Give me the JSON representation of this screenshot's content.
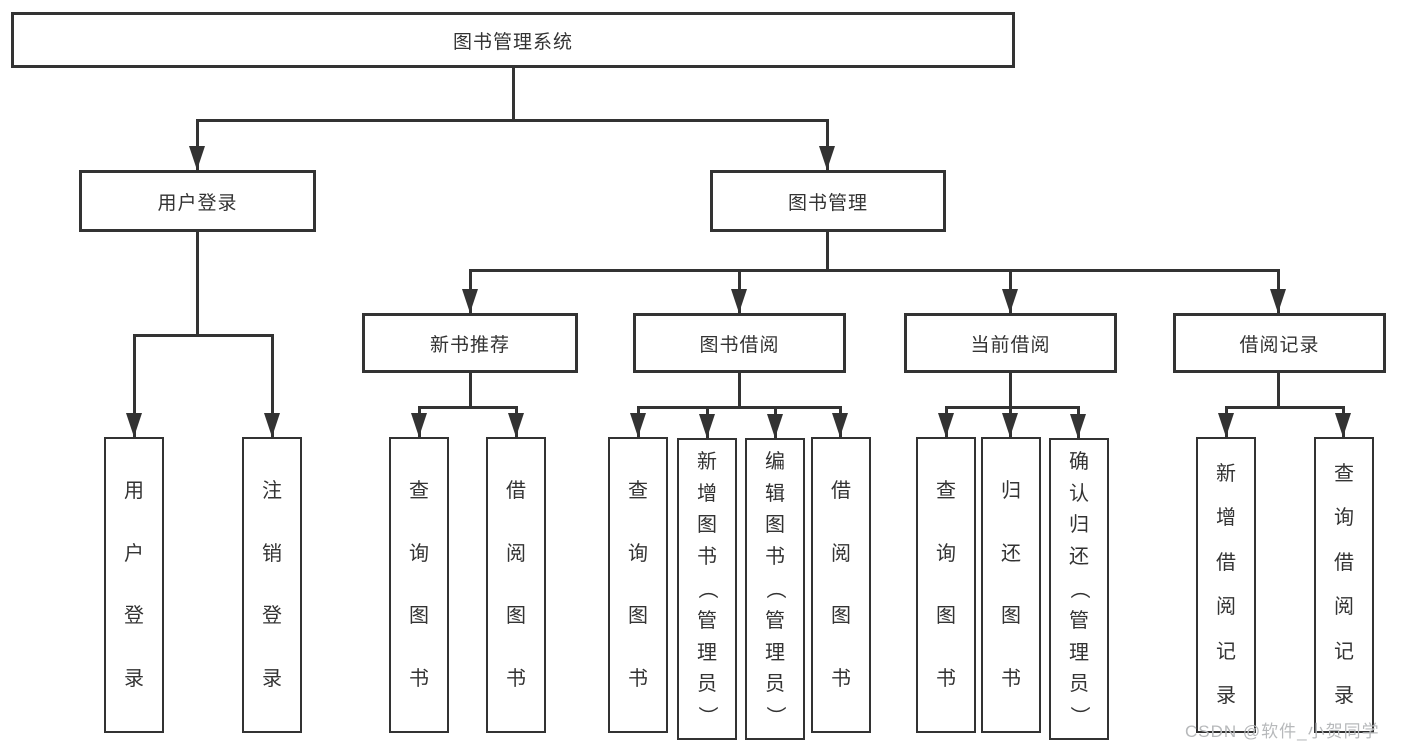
{
  "diagram": {
    "root": {
      "label": "图书管理系统"
    },
    "level2": [
      {
        "label": "用户登录"
      },
      {
        "label": "图书管理"
      }
    ],
    "level3": [
      {
        "label": "新书推荐"
      },
      {
        "label": "图书借阅"
      },
      {
        "label": "当前借阅"
      },
      {
        "label": "借阅记录"
      }
    ],
    "leaves": {
      "user_login": [
        "用户登录",
        "注销登录"
      ],
      "new_book": [
        "查询图书",
        "借阅图书"
      ],
      "book_borrow": [
        "查询图书",
        "新增图书（管理员）",
        "编辑图书（管理员）",
        "借阅图书"
      ],
      "current_borrow": [
        "查询图书",
        "归还图书",
        "确认归还（管理员）"
      ],
      "borrow_record": [
        "新增借阅记录",
        "查询借阅记录"
      ]
    }
  },
  "watermark": {
    "text": "CSDN @软件_小贺同学"
  },
  "colors": {
    "line": "#333333",
    "box_border": "#333333",
    "background": "#ffffff",
    "watermark": "#b7b9bb"
  }
}
